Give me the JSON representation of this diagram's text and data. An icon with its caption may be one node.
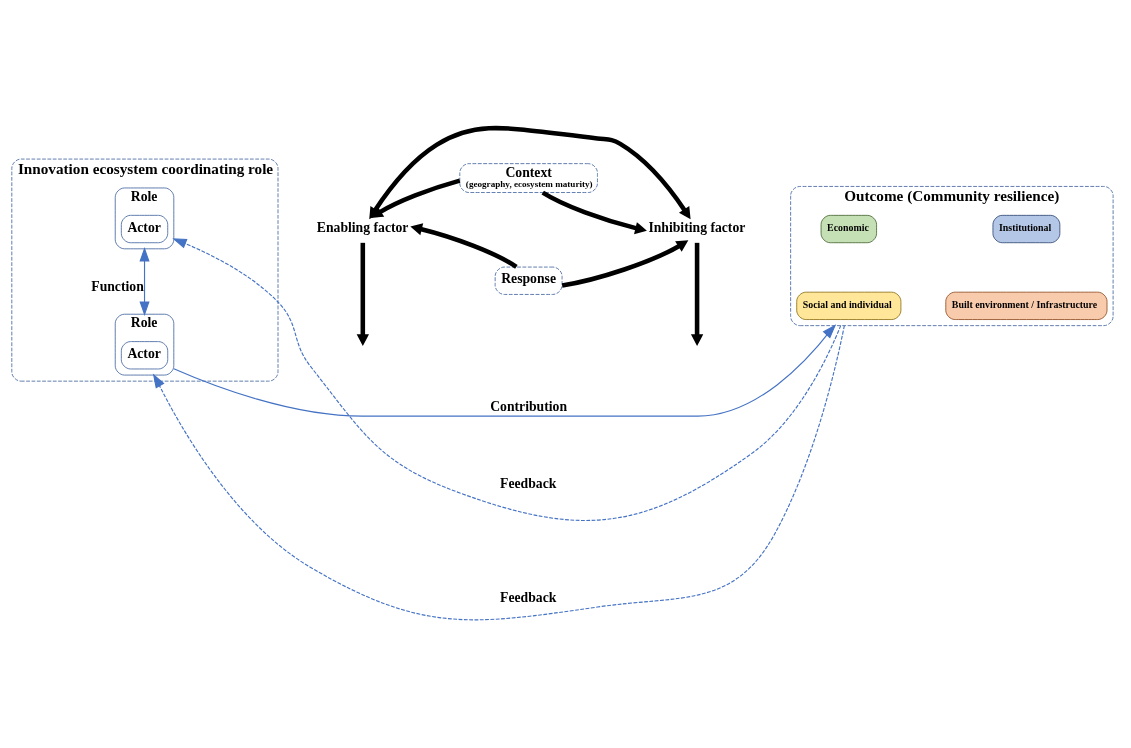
{
  "diagram": {
    "nodes": [
      {
        "text": [
          "Innovation ecosystem coordinating role"
        ]
      },
      {
        "text": [
          "Role"
        ],
        "in": 0
      },
      {
        "text": [
          "Actor"
        ],
        "in": 1
      },
      {
        "text": [
          "Role"
        ],
        "in": 0
      },
      {
        "text": [
          "Actor"
        ],
        "in": 3
      },
      {
        "text": [
          "Enabling factor"
        ]
      },
      {
        "text": [
          "Inhibiting factor"
        ]
      },
      {
        "text": [
          "Context",
          "(geography, ecosystem maturity)"
        ]
      },
      {
        "text": [
          "Response"
        ]
      },
      {
        "text": [
          "Outcome (Community resilience)"
        ]
      },
      {
        "text": [
          "Social and individual"
        ],
        "in": 9
      },
      {
        "text": [
          "Built environment / Infrastructure"
        ],
        "in": 9
      },
      {
        "text": [
          "Economic"
        ],
        "in": 9
      },
      {
        "text": [
          "Institutional"
        ],
        "in": 9
      }
    ],
    "edges": [
      {
        "from": 1,
        "to": 3,
        "arrow": "both",
        "label": "Function",
        "color": "#4472c4"
      },
      {
        "from": 5,
        "to": 6,
        "arrow": "both"
      },
      {
        "from": 5,
        "to": null,
        "arrow": "to"
      },
      {
        "from": 6,
        "to": null,
        "arrow": "to"
      },
      {
        "from": 7,
        "to": 5,
        "arrow": "to"
      },
      {
        "from": 7,
        "to": 6,
        "arrow": "to"
      },
      {
        "from": 8,
        "to": 5,
        "arrow": "to"
      },
      {
        "from": 8,
        "to": 6,
        "arrow": "to"
      },
      {
        "from": 3,
        "to": 9,
        "arrow": "to",
        "label": "Contribution",
        "color": "#4472c4"
      },
      {
        "from": 9,
        "to": 1,
        "arrow": "to",
        "label": "Feedback",
        "style": "dashed",
        "color": "#4472c4"
      },
      {
        "from": 9,
        "to": 3,
        "arrow": "to",
        "label": "Feedback",
        "style": "dashed",
        "color": "#4472c4"
      }
    ]
  }
}
